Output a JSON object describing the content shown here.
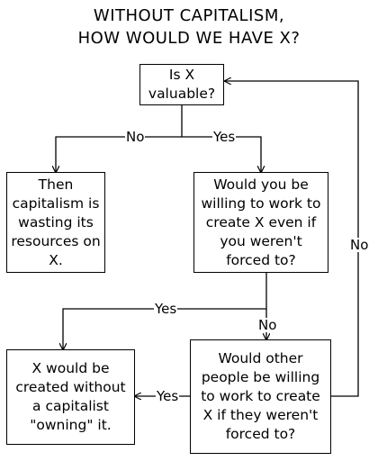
{
  "title": {
    "line1": "WITHOUT CAPITALISM,",
    "line2": "HOW WOULD WE HAVE X?"
  },
  "nodes": {
    "valuable": {
      "lines": [
        "Is X",
        "valuable?"
      ]
    },
    "wasting": {
      "lines": [
        "Then",
        "capitalism is",
        "wasting its",
        "resources on",
        "X."
      ]
    },
    "willing_you": {
      "lines": [
        "Would you be",
        "willing to work to",
        "create X even if",
        "you weren't",
        "forced to?"
      ]
    },
    "created": {
      "lines": [
        "X would be",
        "created without",
        "a capitalist",
        "\"owning\" it."
      ]
    },
    "willing_others": {
      "lines": [
        "Would other",
        "people be willing",
        "to work to create",
        "X if they weren't",
        "forced to?"
      ]
    }
  },
  "edge_labels": {
    "no_top": "No",
    "yes_top": "Yes",
    "no_right": "No",
    "yes_middle": "Yes",
    "no_middle": "No",
    "yes_bottom": "Yes"
  }
}
